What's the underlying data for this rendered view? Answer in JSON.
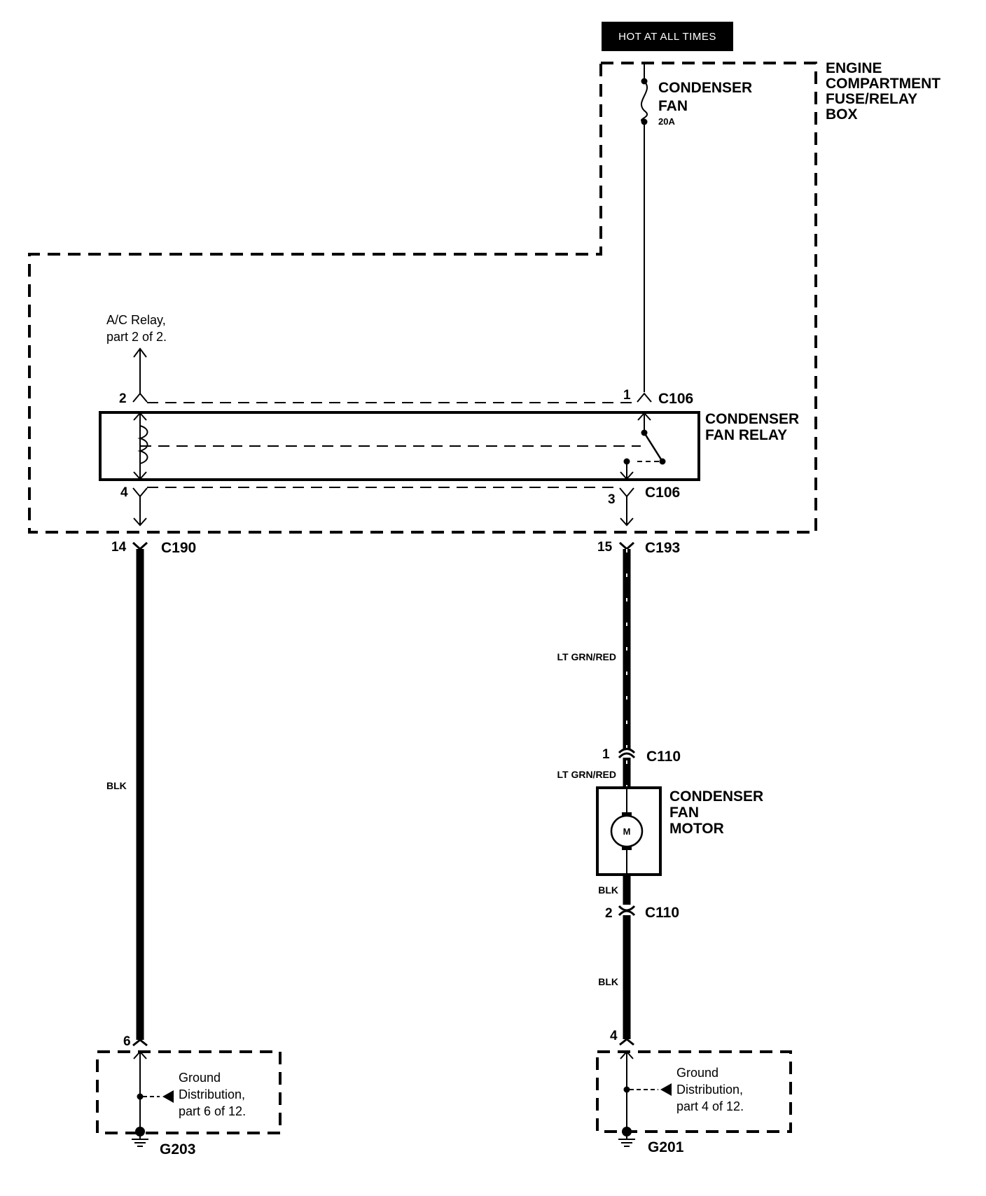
{
  "power_source": "HOT AT ALL TIMES",
  "fuse_box_label": [
    "ENGINE",
    "COMPARTMENT",
    "FUSE/RELAY",
    "BOX"
  ],
  "fuse": {
    "name": [
      "CONDENSER",
      "FAN"
    ],
    "rating": "20A"
  },
  "relay": {
    "name": [
      "CONDENSER",
      "FAN RELAY"
    ],
    "connector": "C106",
    "pins": {
      "p1": "1",
      "p2": "2",
      "p3": "3",
      "p4": "4"
    },
    "ac_relay_ref": [
      "A/C Relay,",
      "part 2 of 2."
    ]
  },
  "connectors": {
    "c190": {
      "id": "C190",
      "pin": "14"
    },
    "c193": {
      "id": "C193",
      "pin": "15"
    },
    "c110_top": {
      "id": "C110",
      "pin": "1"
    },
    "c110_bottom": {
      "id": "C110",
      "pin": "2"
    }
  },
  "wires": {
    "left_ground": "BLK",
    "relay_to_motor": "LT GRN/RED",
    "motor_in": "LT GRN/RED",
    "motor_out": "BLK",
    "motor_ground": "BLK"
  },
  "motor": {
    "name": [
      "CONDENSER",
      "FAN",
      "MOTOR"
    ],
    "symbol": "M"
  },
  "grounds": {
    "left": {
      "pin": "6",
      "id": "G203",
      "ref": [
        "Ground",
        "Distribution,",
        "part 6 of 12."
      ]
    },
    "right": {
      "pin": "4",
      "id": "G201",
      "ref": [
        "Ground",
        "Distribution,",
        "part 4 of 12."
      ]
    }
  }
}
